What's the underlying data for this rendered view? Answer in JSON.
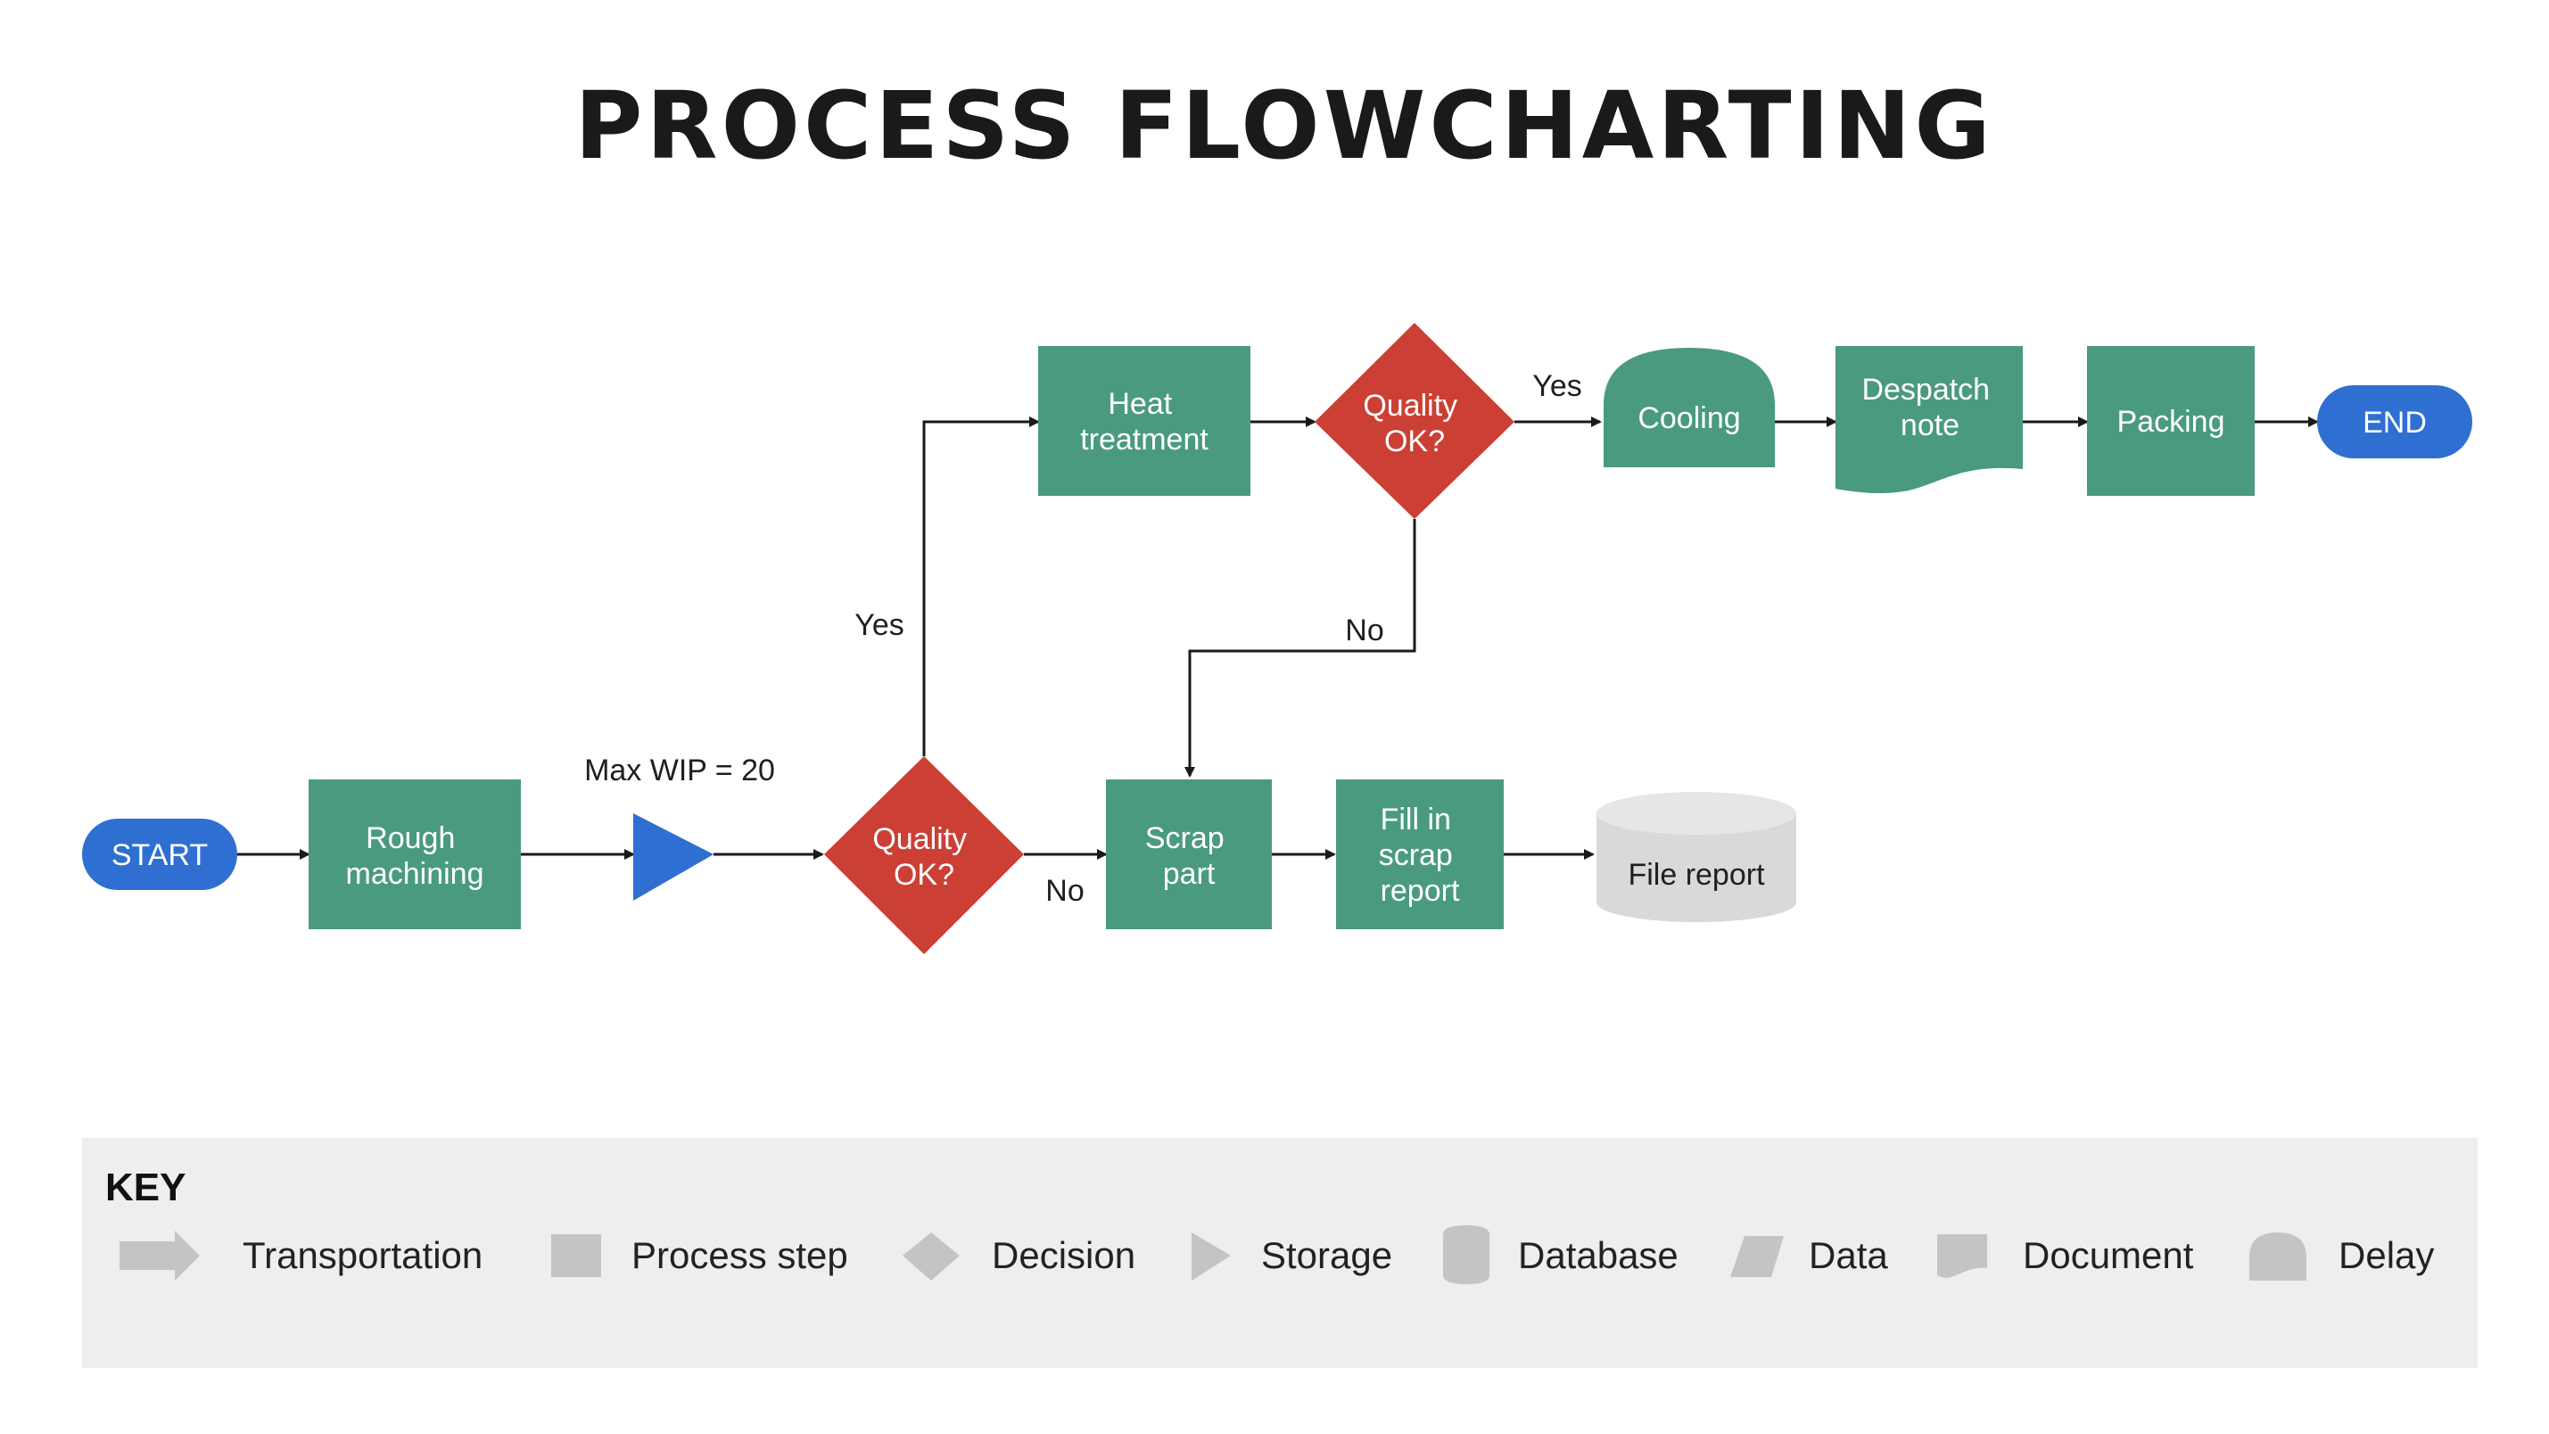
{
  "title": "PROCESS FLOWCHARTING",
  "colors": {
    "process": "#4a9a80",
    "decision": "#cc3f34",
    "terminal": "#2f6fd1",
    "storage": "#2f6fd1",
    "database": "#d9d9d9",
    "key_background": "#eeeeee",
    "key_symbol": "#c4c4c4"
  },
  "nodes": {
    "start": "START",
    "rough_machining": [
      "Rough",
      "machining"
    ],
    "storage_note": "Max WIP = 20",
    "quality_1": [
      "Quality",
      "OK?"
    ],
    "heat_treatment": [
      "Heat",
      "treatment"
    ],
    "quality_2": [
      "Quality",
      "OK?"
    ],
    "cooling": "Cooling",
    "despatch_note": [
      "Despatch",
      "note"
    ],
    "packing": "Packing",
    "end": "END",
    "scrap_part": [
      "Scrap",
      "part"
    ],
    "fill_scrap_report": [
      "Fill in",
      "scrap",
      "report"
    ],
    "file_report": "File report"
  },
  "edge_labels": {
    "q1_yes": "Yes",
    "q1_no": "No",
    "q2_yes": "Yes",
    "q2_no": "No"
  },
  "key": {
    "title": "KEY",
    "items": [
      {
        "label": "Transportation",
        "icon": "transportation-arrow-icon"
      },
      {
        "label": "Process step",
        "icon": "process-step-square-icon"
      },
      {
        "label": "Decision",
        "icon": "decision-diamond-icon"
      },
      {
        "label": "Storage",
        "icon": "storage-triangle-icon"
      },
      {
        "label": "Database",
        "icon": "database-cylinder-icon"
      },
      {
        "label": "Data",
        "icon": "data-parallelogram-icon"
      },
      {
        "label": "Document",
        "icon": "document-wave-icon"
      },
      {
        "label": "Delay",
        "icon": "delay-d-shape-icon"
      }
    ]
  }
}
